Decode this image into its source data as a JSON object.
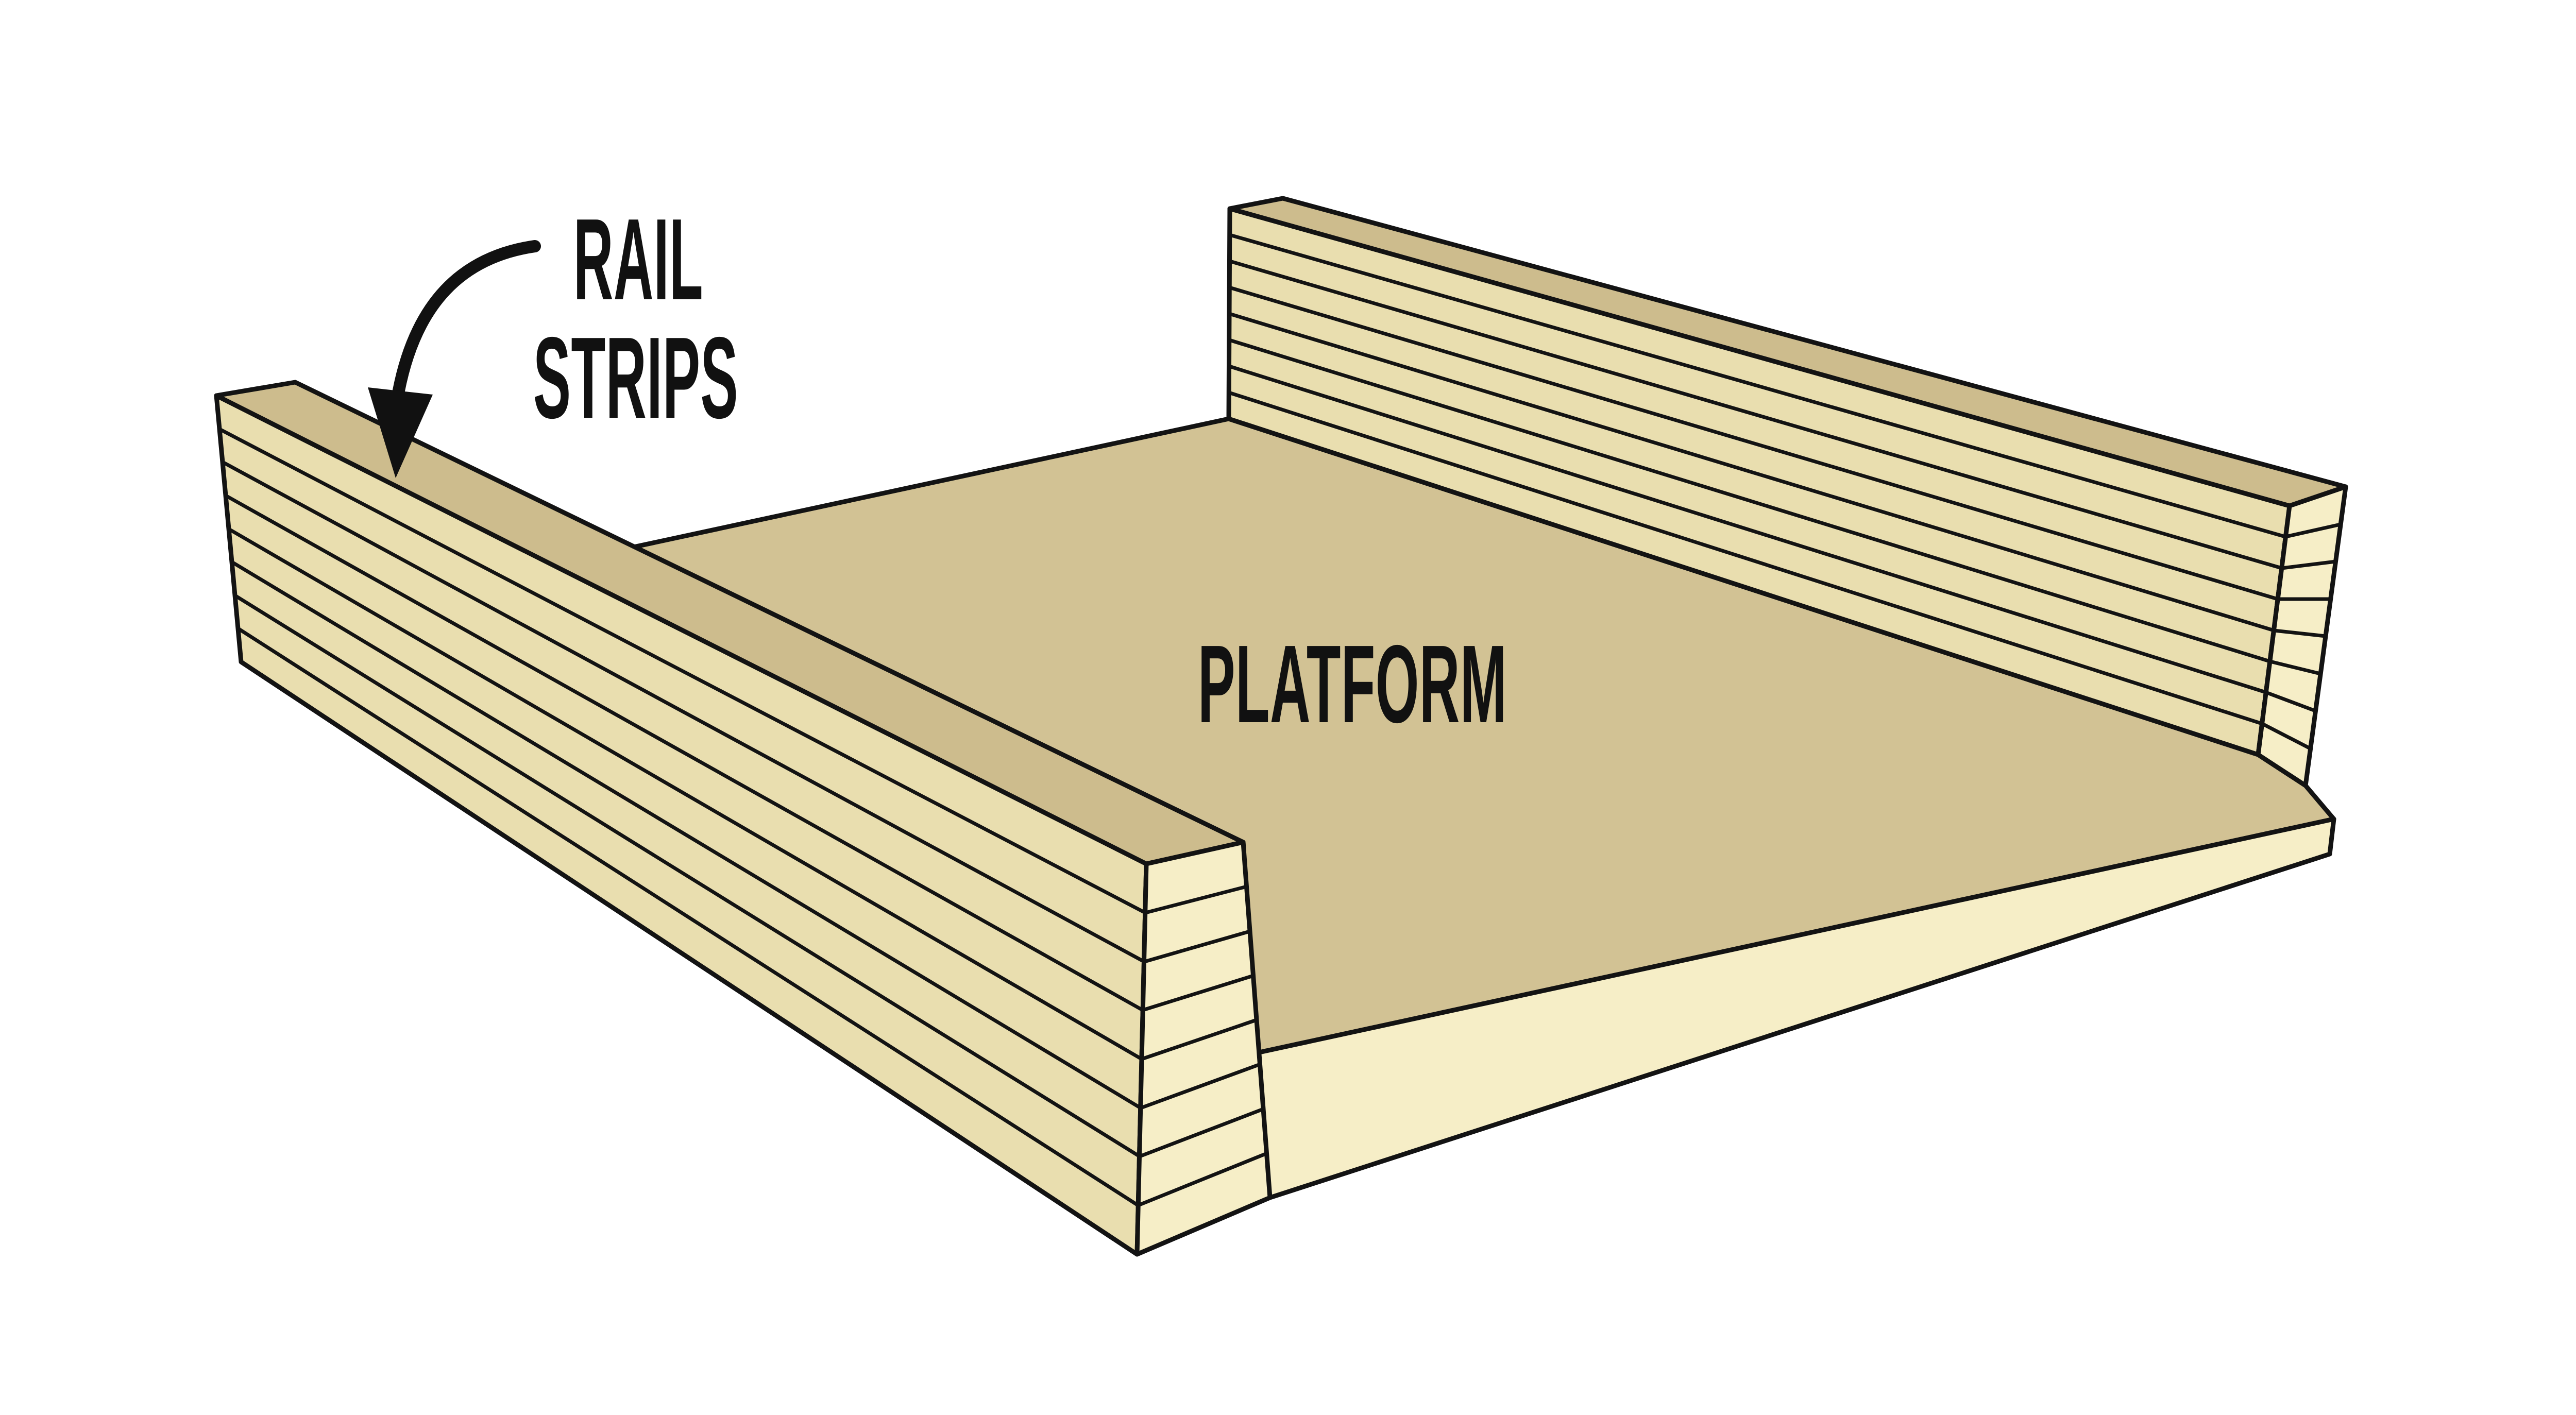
{
  "diagram": {
    "title_hint": "Exploded construction illustration of a sled/cutting platform with stacked rail strips on two edges",
    "labels": {
      "rail_strips_line1": "RAIL",
      "rail_strips_line2": "STRIPS",
      "platform": "PLATFORM"
    },
    "annotation": {
      "arrow": "curved-callout-arrow",
      "arrow_points_to": "top edge of left rail strip stack"
    },
    "rail_strip_layers": 8,
    "colors": {
      "background": "#FFFFFF",
      "platform_top": "#D2C294",
      "wall_front": "#E9DEAF",
      "wall_top": "#CDBC8D",
      "end_grain": "#F6EEC7",
      "outline": "#131313",
      "text": "#111111"
    }
  }
}
